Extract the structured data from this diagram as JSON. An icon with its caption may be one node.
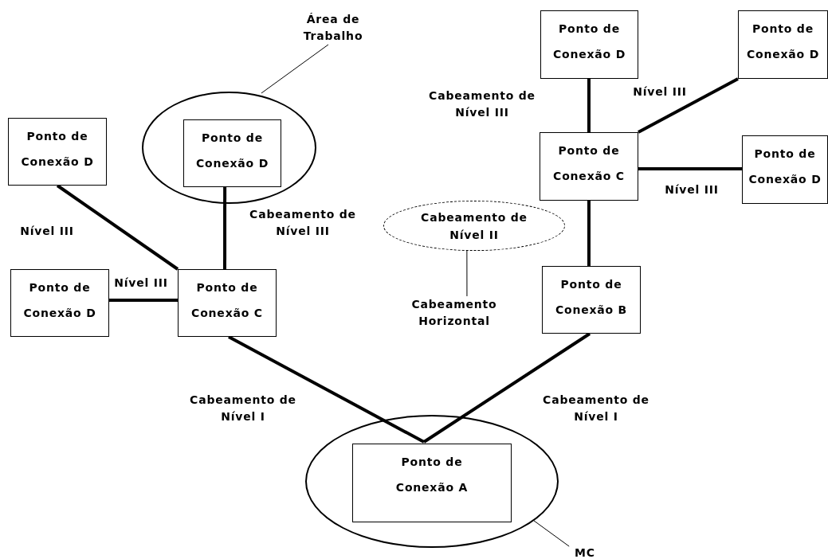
{
  "diagram": {
    "nodes": [
      {
        "text": [
          "Área de Trabalho"
        ]
      },
      {
        "text": [],
        "shape": "ellipse"
      },
      {
        "text": [
          "Ponto de Conexão D"
        ],
        "in": 1
      },
      {
        "text": [
          "Ponto de Conexão D"
        ]
      },
      {
        "text": [
          "Ponto de Conexão D"
        ]
      },
      {
        "text": [
          "Ponto de Conexão C"
        ]
      },
      {
        "text": [
          "Cabeamento de Nível II"
        ]
      },
      {
        "text": [
          "Cabeamento Horizontal"
        ]
      },
      {
        "text": [
          "Ponto de Conexão D"
        ]
      },
      {
        "text": [
          "Ponto de Conexão D"
        ]
      },
      {
        "text": [
          "Ponto de Conexão C"
        ]
      },
      {
        "text": [
          "Ponto de Conexão D"
        ]
      },
      {
        "text": [
          "Ponto de Conexão B"
        ]
      },
      {
        "text": [],
        "shape": "ellipse"
      },
      {
        "text": [
          "Ponto de Conexão A"
        ],
        "in": 13
      },
      {
        "text": [
          "MC"
        ]
      }
    ],
    "edges": [
      {
        "from": 0,
        "to": 1,
        "arrow": "none"
      },
      {
        "from": 2,
        "to": 5,
        "arrow": "none"
      },
      {
        "from": 3,
        "to": 5,
        "arrow": "none"
      },
      {
        "from": 4,
        "to": 5,
        "arrow": "none"
      },
      {
        "from": 5,
        "to": 14,
        "arrow": "none"
      },
      {
        "from": 12,
        "to": 14,
        "arrow": "none"
      },
      {
        "from": 8,
        "to": 10,
        "arrow": "none"
      },
      {
        "from": 10,
        "to": 9,
        "arrow": "none"
      },
      {
        "from": 10,
        "to": 11,
        "arrow": "none"
      },
      {
        "from": 10,
        "to": 12,
        "arrow": "none"
      },
      {
        "from": 7,
        "to": 6,
        "arrow": "none"
      },
      {
        "from": 15,
        "to": 13,
        "arrow": "none"
      }
    ],
    "labels": [
      "Nível III",
      "Cabeamento de Nível III",
      "Nível III",
      "Cabeamento de Nível III",
      "Nível III",
      "Nível III",
      "Cabeamento de Nível I",
      "Cabeamento de Nível I"
    ]
  }
}
